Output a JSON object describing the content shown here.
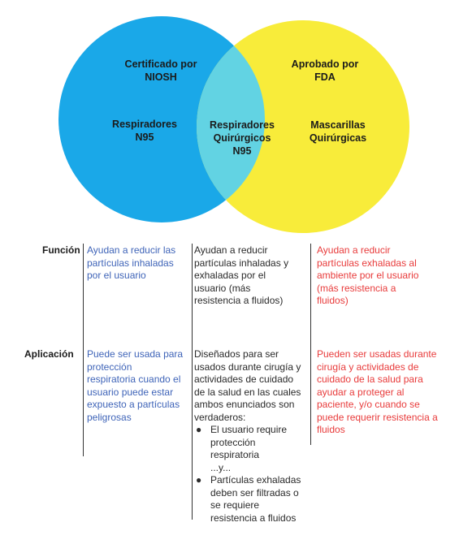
{
  "venn": {
    "colors": {
      "left": "#1aa8e8",
      "right": "#f8ec3a",
      "overlap": "#62d3e3"
    },
    "left_top": "Certificado por\nNIOSH",
    "left_mid": "Respiradores\nN95",
    "center": "Respiradores\nQuirúrgicos\nN95",
    "right_top": "Aprobado por\nFDA",
    "right_mid": "Mascarillas\nQuirúrgicas"
  },
  "table": {
    "funcion": {
      "label": "Función",
      "col1": "Ayudan a reducir las\npartículas inhaladas\npor el usuario",
      "col2": "Ayudan a reducir\npartículas inhaladas y\nexhaladas por el\nusuario (más\nresistencia a fluidos)",
      "col3": "Ayudan a reducir\npartículas exhaladas al\nambiente por el usuario\n(más resistencia a\nfluidos)"
    },
    "aplicacion": {
      "label": "Aplicación",
      "col1": "Puede ser usada para\nprotección\nrespiratoria cuando el\nusuario puede estar\nexpuesto a partículas\npeligrosas",
      "col2_intro": "Diseñados para ser\nusados durante cirugía y\nactividades de cuidado\nde la salud en las cuales\nambos enunciados son\nverdaderos:",
      "col2_bullet1": "El usuario require\nprotección\nrespiratoria",
      "col2_connector": "...y...",
      "col2_bullet2": "Partículas exhaladas\ndeben ser filtradas o\nse requiere\nresistencia a fluidos",
      "col3": "Pueden ser usadas durante\ncirugía y actividades de\ncuidado de la salud para\nayudar a proteger al\npaciente, y/o cuando se\npuede requerir resistencia a\nfluidos"
    }
  }
}
